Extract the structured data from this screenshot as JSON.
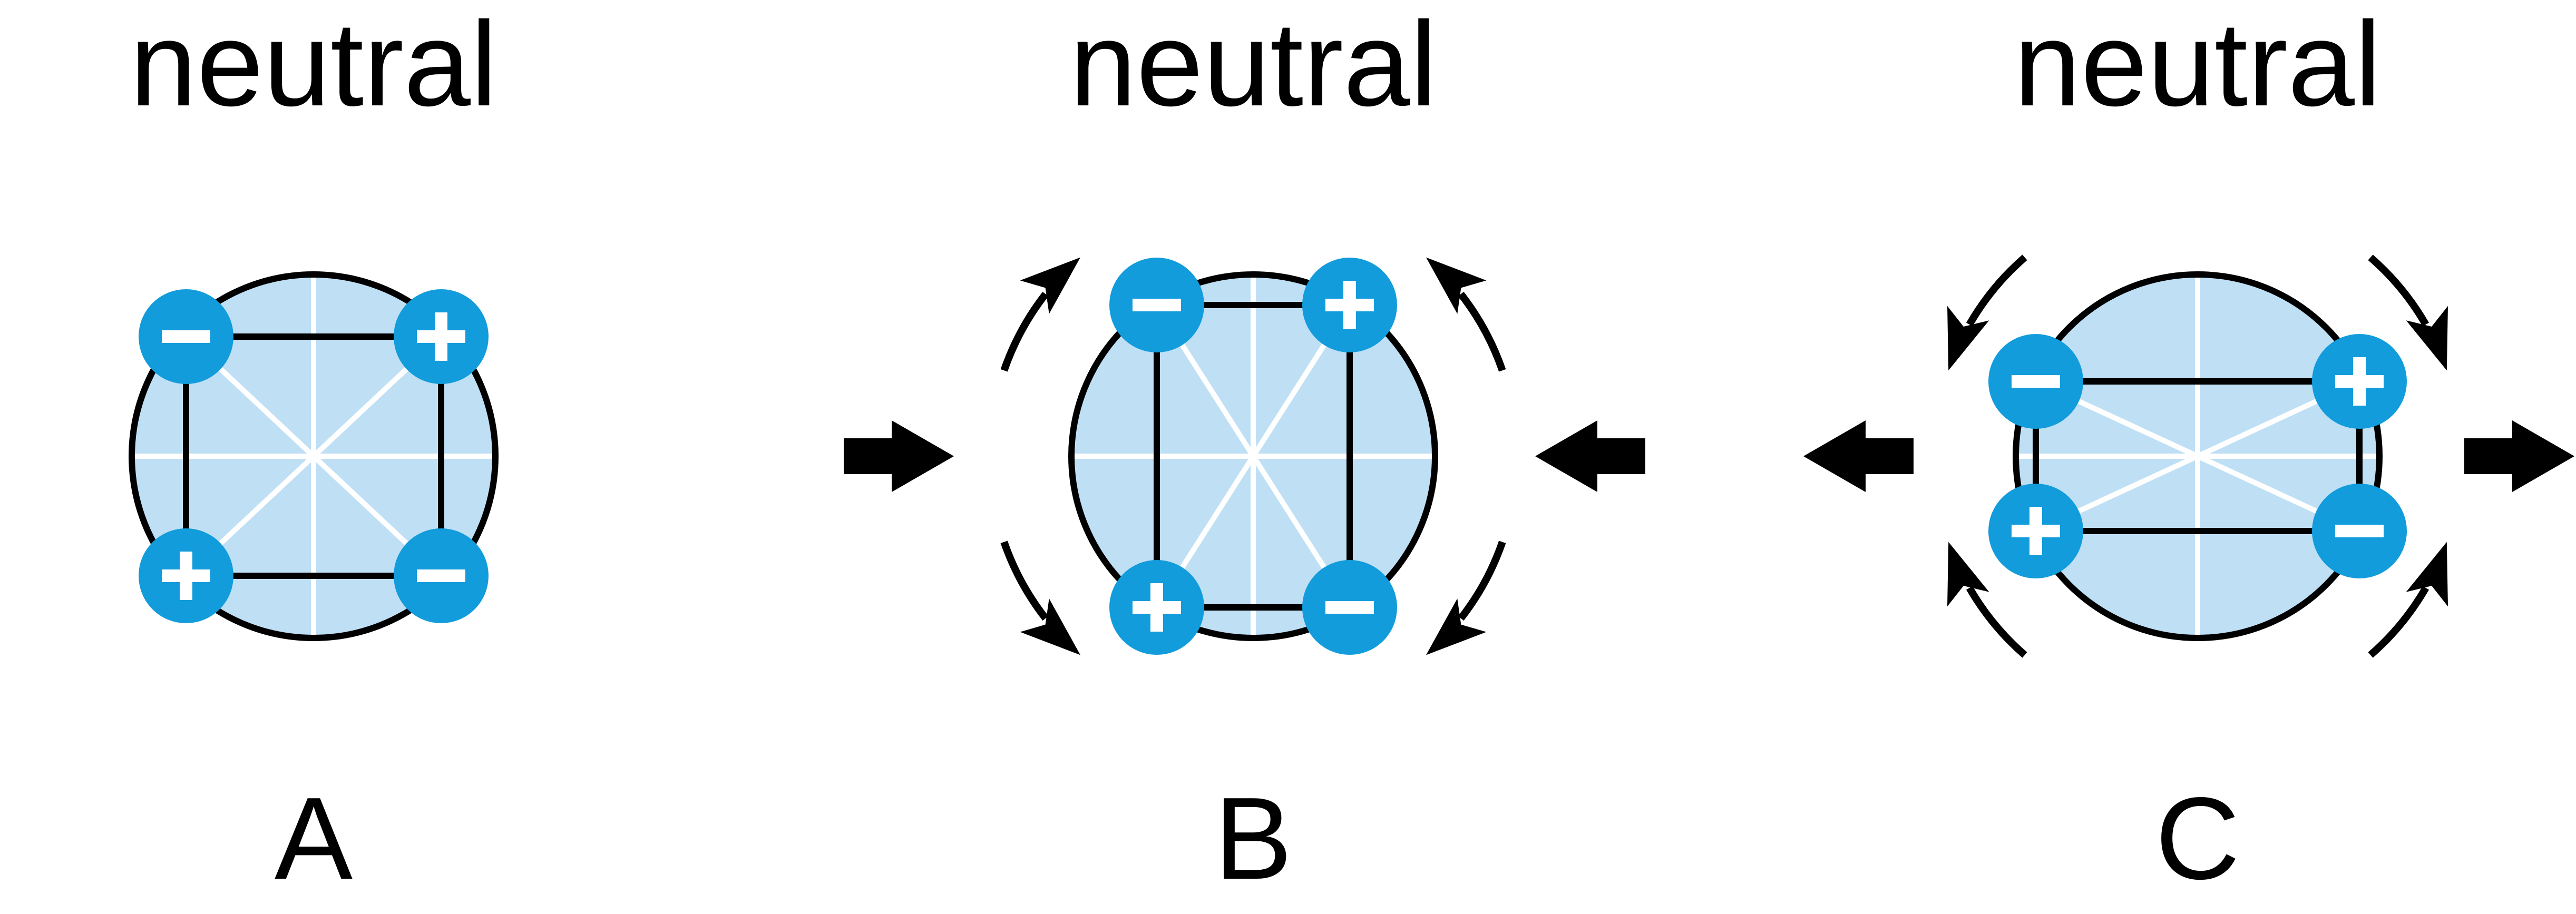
{
  "figure": {
    "background_color": "#ffffff",
    "colors": {
      "charge_fill": "#129cdb",
      "body_fill": "#bfdff5",
      "spoke_white": "#ffffff",
      "line_black": "#000000",
      "sign_white": "#ffffff",
      "label_black": "#000000"
    },
    "panels": [
      {
        "top_label": "neutral",
        "bottom_label": "A",
        "deformation": "undeformed",
        "charges": [
          {
            "position": "top-left",
            "sign": "−"
          },
          {
            "position": "top-right",
            "sign": "+"
          },
          {
            "position": "bottom-left",
            "sign": "+"
          },
          {
            "position": "bottom-right",
            "sign": "−"
          }
        ],
        "force_arrows": [],
        "rotation_arrows": []
      },
      {
        "top_label": "neutral",
        "bottom_label": "B",
        "deformation": "compressed horizontally",
        "charges": [
          {
            "position": "top-left",
            "sign": "−"
          },
          {
            "position": "top-right",
            "sign": "+"
          },
          {
            "position": "bottom-left",
            "sign": "+"
          },
          {
            "position": "bottom-right",
            "sign": "−"
          }
        ],
        "force_arrows": [
          {
            "icon": "block-arrow-right-icon",
            "side": "left",
            "direction": "inward"
          },
          {
            "icon": "block-arrow-left-icon",
            "side": "right",
            "direction": "inward"
          }
        ],
        "rotation_arrows": [
          {
            "icon": "rotation-arrow-top-left-icon",
            "points": "toward top"
          },
          {
            "icon": "rotation-arrow-top-right-icon",
            "points": "toward top"
          },
          {
            "icon": "rotation-arrow-bottom-left-icon",
            "points": "toward bottom"
          },
          {
            "icon": "rotation-arrow-bottom-right-icon",
            "points": "toward bottom"
          }
        ]
      },
      {
        "top_label": "neutral",
        "bottom_label": "C",
        "deformation": "stretched horizontally",
        "charges": [
          {
            "position": "top-left",
            "sign": "−"
          },
          {
            "position": "top-right",
            "sign": "+"
          },
          {
            "position": "bottom-left",
            "sign": "+"
          },
          {
            "position": "bottom-right",
            "sign": "−"
          }
        ],
        "force_arrows": [
          {
            "icon": "block-arrow-left-icon",
            "side": "left",
            "direction": "outward"
          },
          {
            "icon": "block-arrow-right-icon",
            "side": "right",
            "direction": "outward"
          }
        ],
        "rotation_arrows": [
          {
            "icon": "rotation-arrow-top-left-icon",
            "points": "toward left side"
          },
          {
            "icon": "rotation-arrow-top-right-icon",
            "points": "toward right side"
          },
          {
            "icon": "rotation-arrow-bottom-left-icon",
            "points": "toward left side"
          },
          {
            "icon": "rotation-arrow-bottom-right-icon",
            "points": "toward right side"
          }
        ]
      }
    ]
  }
}
